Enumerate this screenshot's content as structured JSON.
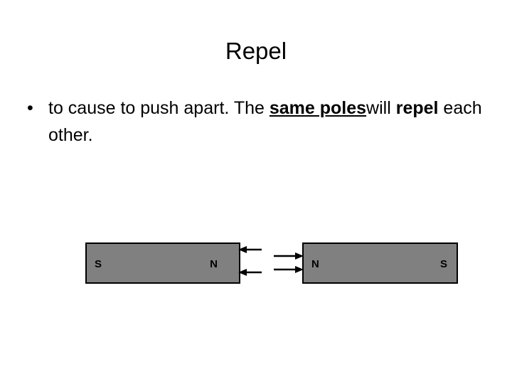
{
  "slide": {
    "title": "Repel",
    "background_color": "#ffffff",
    "text_color": "#000000"
  },
  "body": {
    "bullet_mark": "•",
    "line1": {
      "part1": "to cause to push apart.  The ",
      "emphasis": "same poles"
    },
    "line2": {
      "part1": "will ",
      "emphasis": "repel",
      "part2": " each other."
    }
  },
  "diagram": {
    "name": "two-magnets-repelling",
    "magnet_fill_color": "#808080",
    "magnet_border_color": "#000000",
    "arrow_color": "#000000",
    "magnets": [
      {
        "id": "magnet-left",
        "left_pole": "S",
        "right_pole": "N"
      },
      {
        "id": "magnet-right",
        "left_pole": "N",
        "right_pole": "S"
      }
    ],
    "arrows": [
      {
        "id": "arrow-left-upper",
        "direction": "left"
      },
      {
        "id": "arrow-left-lower",
        "direction": "left"
      },
      {
        "id": "arrow-right-upper",
        "direction": "right"
      },
      {
        "id": "arrow-right-lower",
        "direction": "right"
      }
    ]
  }
}
